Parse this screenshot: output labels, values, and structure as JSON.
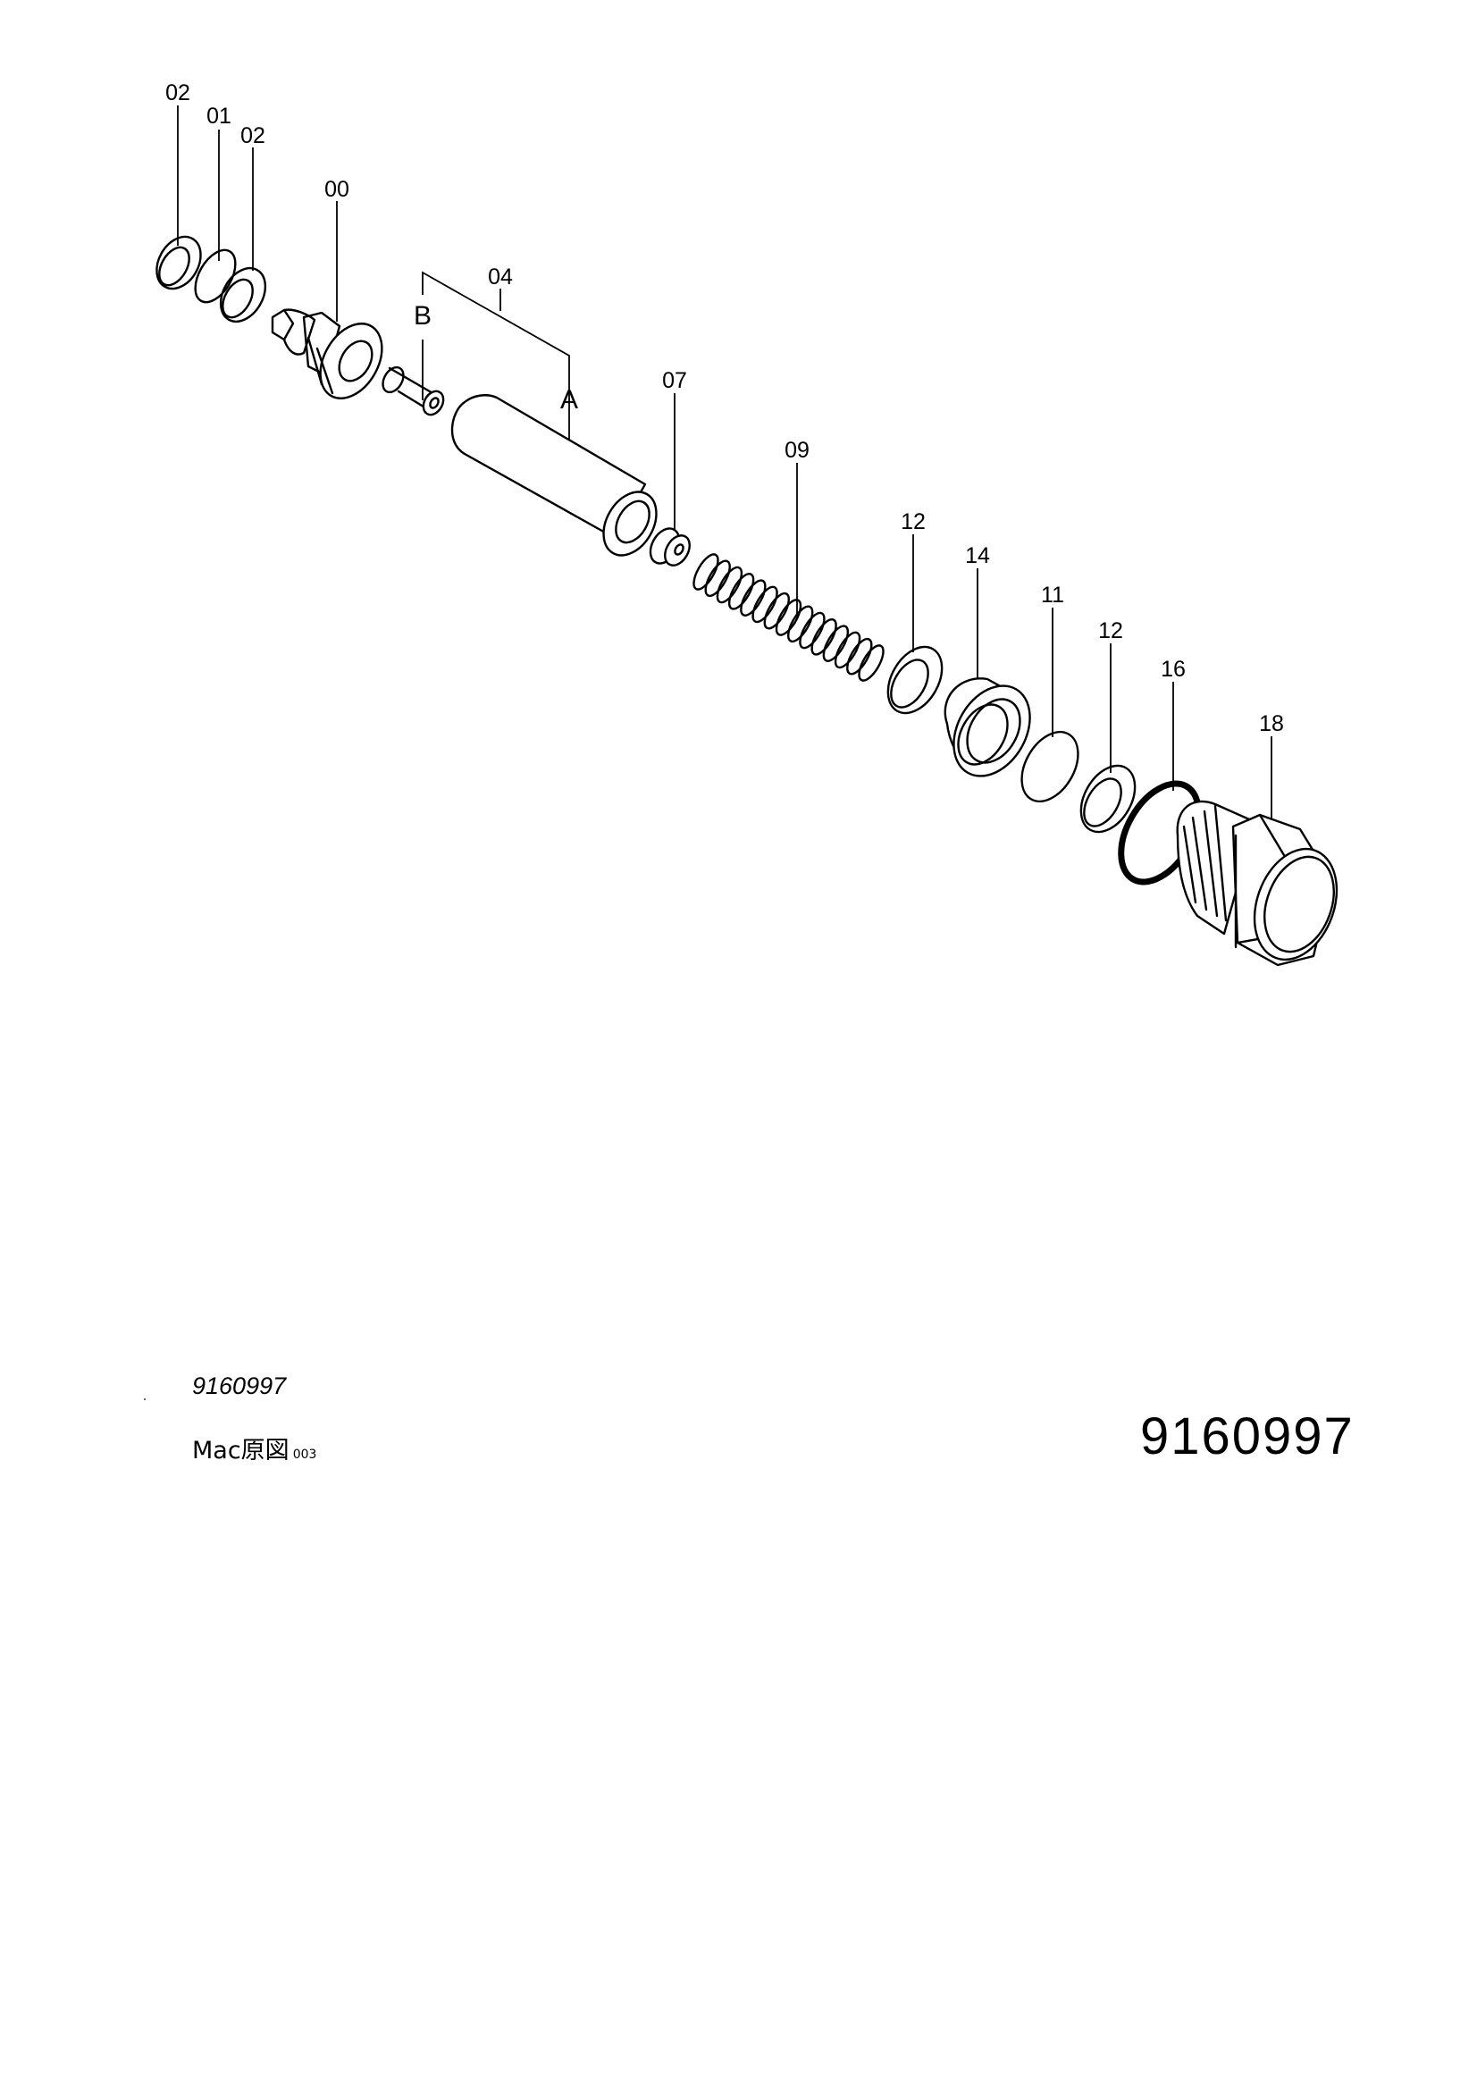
{
  "drawing_code": "9160997",
  "source_note": "Mac原図",
  "source_note_number": "003",
  "drawing_number": "9160997",
  "callouts": {
    "c02a": "02",
    "c01": "01",
    "c02b": "02",
    "c00": "00",
    "c04": "04",
    "cA": "A",
    "cB": "B",
    "c07": "07",
    "c09": "09",
    "c12a": "12",
    "c14": "14",
    "c11": "11",
    "c12b": "12",
    "c16": "16",
    "c18": "18"
  }
}
